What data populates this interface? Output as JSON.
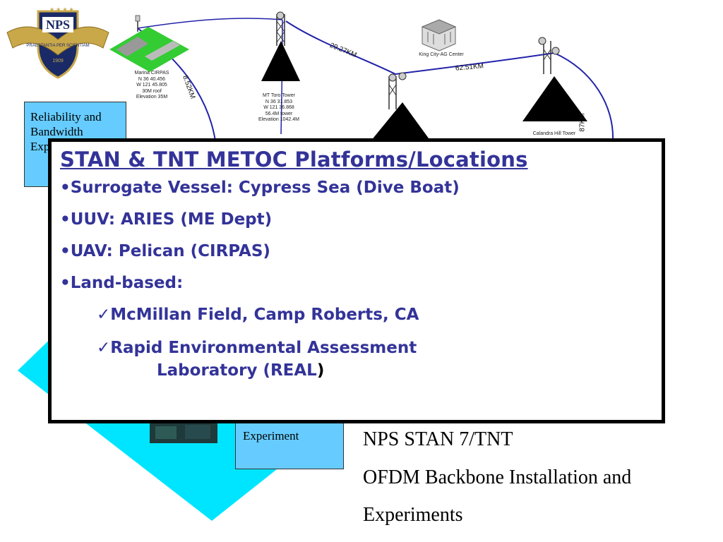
{
  "logo": {
    "text": "NPS",
    "motto": "PRAESTANTIA PER SCIENTIAM",
    "year": "1909"
  },
  "sites": {
    "marina": [
      "Marina CIRPAS",
      "N 36 40.456",
      "W 121 45.805",
      "30M roof",
      "Elevation 35M"
    ],
    "toro": [
      "MT Toro Tower",
      "N 36 31.853",
      "W 121 36.868",
      "56.4M tower",
      "Elevation 1042.4M"
    ],
    "king_city": "King City-AG Center",
    "calandra": "Calandra Hill Tower"
  },
  "distances": {
    "marina_toro": "8.52KM",
    "toro_link": "29.27KM",
    "king_link": "62.51KM",
    "calandra_link": "87KM"
  },
  "side_box": {
    "text": "Reliability and Bandwidth Experiments"
  },
  "exp_box": {
    "text": "Experiment"
  },
  "main": {
    "title": "STAN & TNT METOC Platforms/Locations",
    "bullets": [
      "•Surrogate Vessel:  Cypress Sea (Dive Boat)",
      "•UUV: ARIES (ME Dept)",
      "•UAV: Pelican (CIRPAS)",
      "•Land-based:"
    ],
    "sub1": "✓McMillan Field, Camp Roberts, CA",
    "sub2_line1": "✓Rapid Environmental Assessment",
    "sub2_line2": "Laboratory (REAL",
    "sub2_paren": ")"
  },
  "caption": {
    "line1": "NPS STAN 7/TNT",
    "line2": "OFDM Backbone Installation and",
    "line3": "Experiments"
  },
  "colors": {
    "accent": "#333399",
    "box_fill": "#66ccff",
    "diamond": "#00e5ff"
  }
}
